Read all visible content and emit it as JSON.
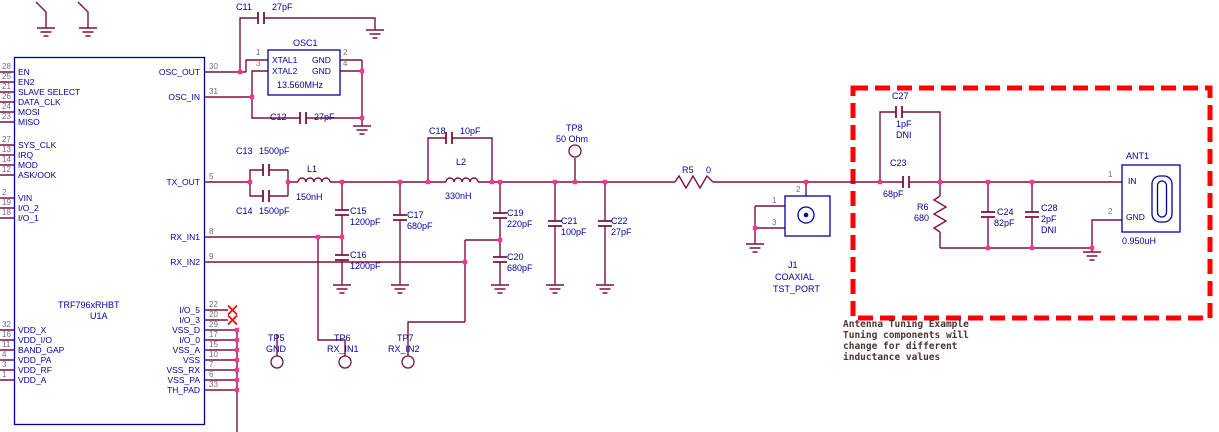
{
  "ic": {
    "part": "TRF796xRHBT",
    "refdes": "U1A",
    "left_pins": [
      {
        "num": "28",
        "name": "EN"
      },
      {
        "num": "25",
        "name": "EN2"
      },
      {
        "num": "21",
        "name": "SLAVE SELECT"
      },
      {
        "num": "26",
        "name": "DATA_CLK"
      },
      {
        "num": "24",
        "name": "MOSI"
      },
      {
        "num": "23",
        "name": "MISO"
      },
      {
        "num": "27",
        "name": "SYS_CLK"
      },
      {
        "num": "13",
        "name": "IRQ"
      },
      {
        "num": "14",
        "name": "MOD"
      },
      {
        "num": "12",
        "name": "ASK/OOK"
      },
      {
        "num": "2",
        "name": "VIN"
      },
      {
        "num": "19",
        "name": "I/O_2"
      },
      {
        "num": "18",
        "name": "I/O_1"
      },
      {
        "num": "32",
        "name": "VDD_X"
      },
      {
        "num": "16",
        "name": "VDD_I/O"
      },
      {
        "num": "11",
        "name": "BAND_GAP"
      },
      {
        "num": "4",
        "name": "VDD_PA"
      },
      {
        "num": "3",
        "name": "VDD_RF"
      },
      {
        "num": "1",
        "name": "VDD_A"
      }
    ],
    "right_pins": [
      {
        "num": "30",
        "name": "OSC_OUT"
      },
      {
        "num": "31",
        "name": "OSC_IN"
      },
      {
        "num": "5",
        "name": "TX_OUT"
      },
      {
        "num": "8",
        "name": "RX_IN1"
      },
      {
        "num": "9",
        "name": "RX_IN2"
      },
      {
        "num": "22",
        "name": "I/O_5",
        "nc": true
      },
      {
        "num": "20",
        "name": "I/O_3",
        "nc": true
      },
      {
        "num": "29",
        "name": "VSS_D"
      },
      {
        "num": "17",
        "name": "I/O_0"
      },
      {
        "num": "15",
        "name": "VSS_A"
      },
      {
        "num": "10",
        "name": "VSS"
      },
      {
        "num": "7",
        "name": "VSS_RX"
      },
      {
        "num": "6",
        "name": "VSS_PA"
      },
      {
        "num": "33",
        "name": "TH_PAD"
      }
    ]
  },
  "oscillator": {
    "c11": {
      "ref": "C11",
      "value": "27pF"
    },
    "c12": {
      "ref": "C12",
      "value": "27pF"
    },
    "osc1": {
      "ref": "OSC1",
      "row1_left": "XTAL1",
      "row1_right": "GND",
      "row2_left": "XTAL2",
      "row2_right": "GND",
      "freq": "13.560MHz",
      "pin1": "1",
      "pin2": "2",
      "pin3": "3",
      "pin4": "4"
    }
  },
  "tx_chain": {
    "c13": {
      "ref": "C13",
      "value": "1500pF"
    },
    "c14": {
      "ref": "C14",
      "value": "1500pF"
    },
    "l1": {
      "ref": "L1",
      "value": "150nH"
    },
    "c15": {
      "ref": "C15",
      "value": "1200pF"
    },
    "c16": {
      "ref": "C16",
      "value": "1200pF"
    },
    "c17": {
      "ref": "C17",
      "value": "680pF"
    },
    "c18": {
      "ref": "C18",
      "value": "10pF"
    },
    "l2": {
      "ref": "L2",
      "value": "330nH"
    },
    "c19": {
      "ref": "C19",
      "value": "220pF"
    },
    "c20": {
      "ref": "C20",
      "value": "680pF"
    },
    "c21": {
      "ref": "C21",
      "value": "100pF"
    },
    "c22": {
      "ref": "C22",
      "value": "27pF"
    },
    "r5": {
      "ref": "R5",
      "value": "0"
    }
  },
  "test_points": {
    "tp5": {
      "ref": "TP5",
      "net": "GND"
    },
    "tp6": {
      "ref": "TP6",
      "net": "RX_IN1"
    },
    "tp7": {
      "ref": "TP7",
      "net": "RX_IN2"
    },
    "tp8": {
      "ref": "TP8",
      "net": "50 Ohm"
    }
  },
  "connector": {
    "ref": "J1",
    "type": "COAXIAL",
    "name": "TST_PORT",
    "pin1": "1",
    "pin2": "2",
    "pin3": "3"
  },
  "antenna_section": {
    "c27": {
      "ref": "C27",
      "value": "1pF",
      "note": "DNI"
    },
    "c23": {
      "ref": "C23",
      "value": "68pF"
    },
    "r6": {
      "ref": "R6",
      "value": "680"
    },
    "c24": {
      "ref": "C24",
      "value": "82pF"
    },
    "c28": {
      "ref": "C28",
      "value": "2pF",
      "note": "DNI"
    },
    "ant1": {
      "ref": "ANT1",
      "pin1_label": "IN",
      "pin2_label": "GND",
      "pin1": "1",
      "pin2": "2",
      "value": "0.950uH"
    },
    "note_lines": [
      "Antenna Tuning Example",
      "Tuning components will",
      "change for different",
      "inductance values"
    ]
  },
  "colors": {
    "wire": "#7d1040",
    "outline": "#0000a0",
    "text": "#0000a0",
    "pin_number": "#707070",
    "junction": "#ff3399",
    "nc_x": "#ff0000",
    "highlight_box": "#ff0000",
    "note_text": "#4d3333"
  }
}
